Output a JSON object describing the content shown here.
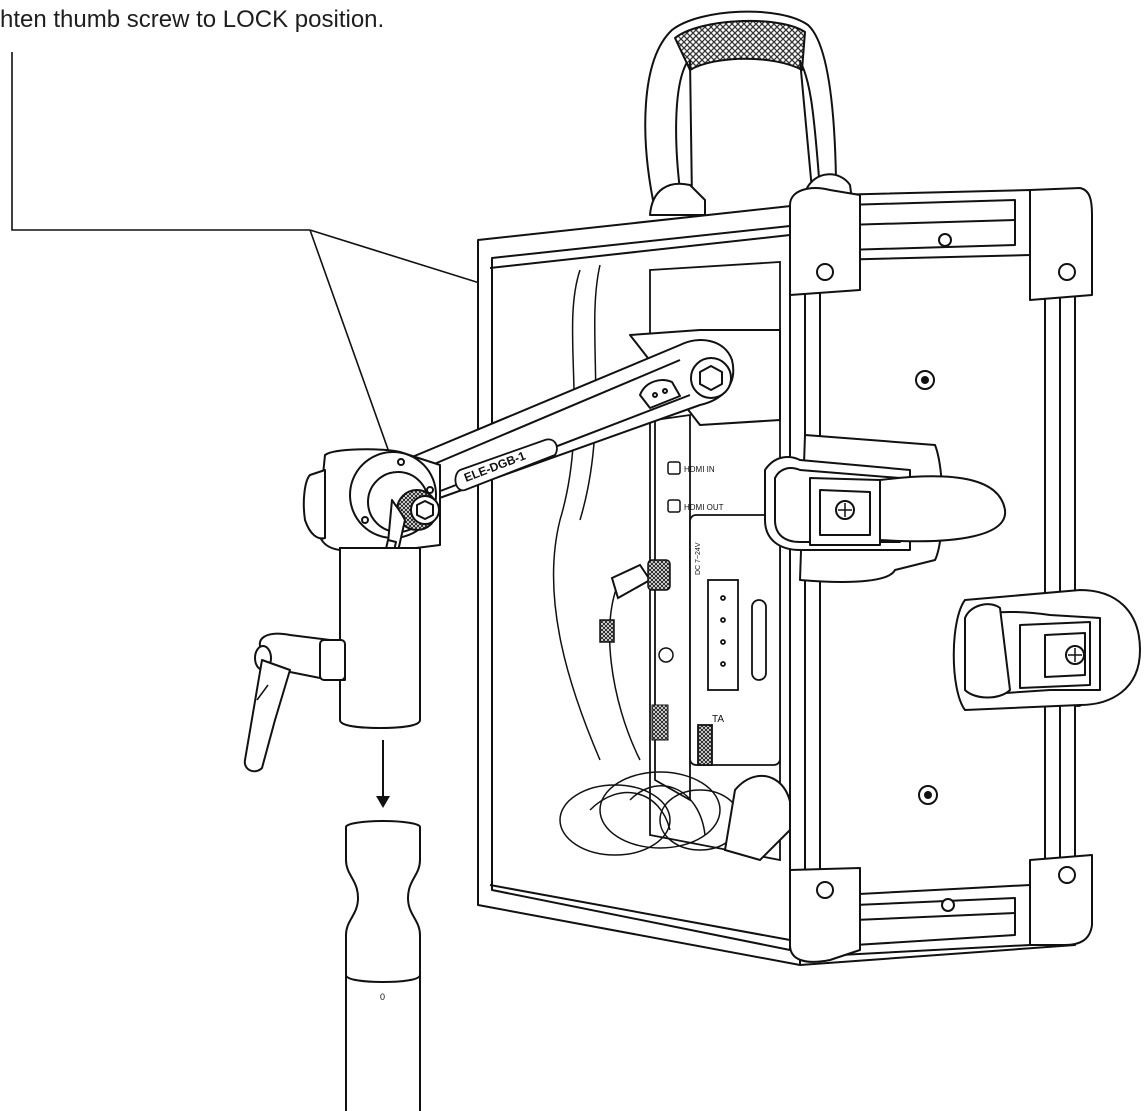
{
  "caption": "hten thumb screw to LOCK position.",
  "arm_label": "ELE-DGB-1",
  "port_labels": {
    "hdmi_in": "HDMI IN",
    "hdmi_out": "HDMI OUT",
    "dc_in": "DC 7~24V"
  },
  "tally_label": "TA",
  "pole_mark": "0",
  "icons": [
    "thumb-screw-icon",
    "down-arrow-icon",
    "lock-latch-icon"
  ],
  "colors": {
    "line": "#111111",
    "background": "#ffffff",
    "grip_texture": "#333333"
  }
}
